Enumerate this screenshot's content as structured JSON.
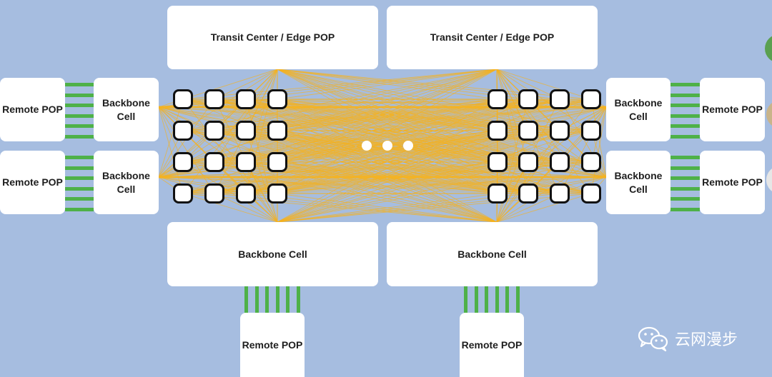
{
  "diagram": {
    "transit_left": "Transit Center / Edge POP",
    "transit_right": "Transit Center / Edge POP",
    "backbone_bottom_left": "Backbone Cell",
    "backbone_bottom_right": "Backbone Cell",
    "backbone_left_top": "Backbone\nCell",
    "backbone_left_bottom": "Backbone\nCell",
    "backbone_right_top": "Backbone\nCell",
    "backbone_right_bottom": "Backbone\nCell",
    "remote_left_top": "Remote POP",
    "remote_left_bottom": "Remote POP",
    "remote_right_top": "Remote POP",
    "remote_right_bottom": "Remote POP",
    "remote_bottom_left": "Remote POP",
    "remote_bottom_right": "Remote POP"
  },
  "watermark": {
    "text": "云网漫步",
    "icon": "wechat-icon"
  },
  "colors": {
    "background": "#a6bde0",
    "mesh": "#f5b21f",
    "link": "#4eb148"
  }
}
